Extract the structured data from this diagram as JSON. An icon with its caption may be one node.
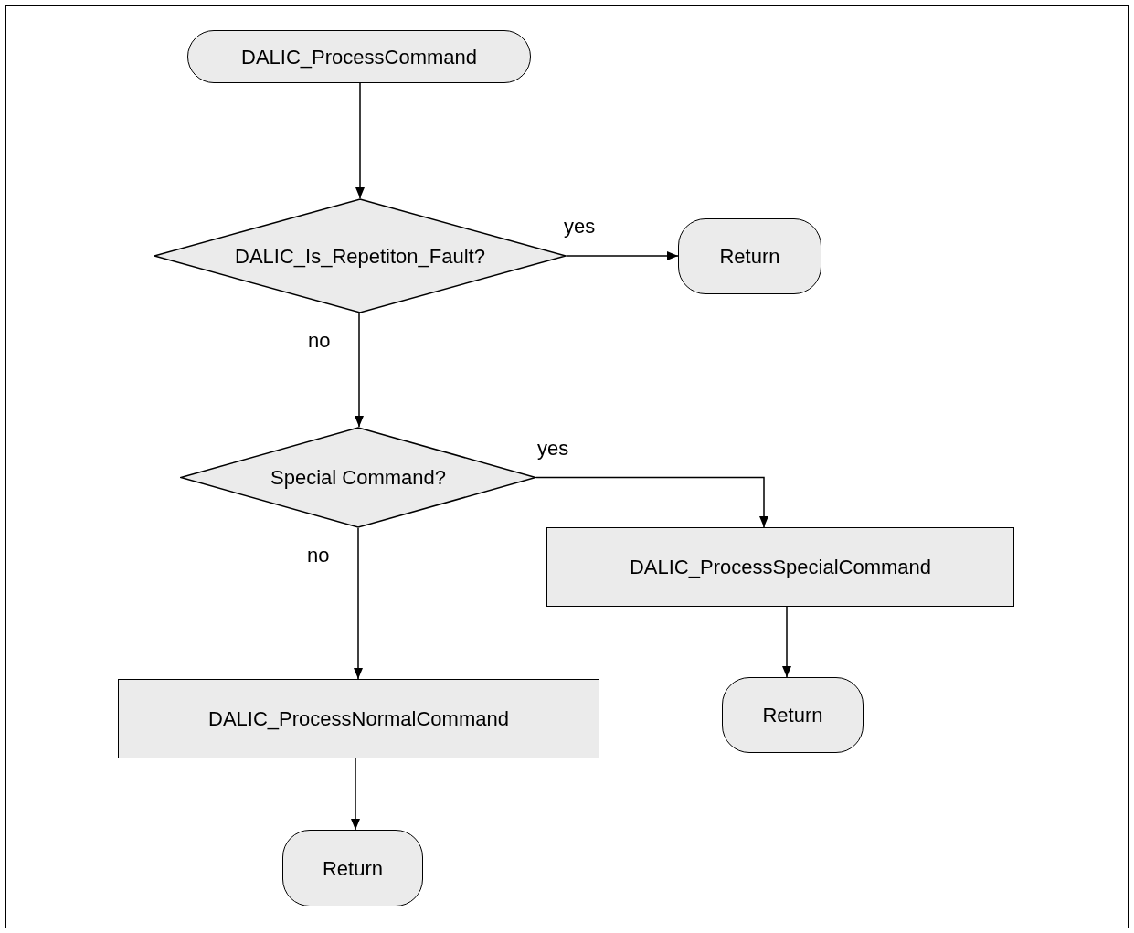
{
  "diagram": {
    "nodes": [
      {
        "text": [
          "DALIC_ProcessCommand"
        ]
      },
      {
        "text": [
          "DALIC_Is_Repetiton_Fault?"
        ]
      },
      {
        "text": [
          "Return"
        ]
      },
      {
        "text": [
          "Special Command?"
        ]
      },
      {
        "text": [
          "DALIC_ProcessSpecialCommand"
        ]
      },
      {
        "text": [
          "DALIC_ProcessNormalCommand"
        ]
      },
      {
        "text": [
          "Return"
        ]
      },
      {
        "text": [
          "Return"
        ]
      }
    ],
    "edges": [
      {
        "from": 0,
        "to": 1,
        "arrow": "to"
      },
      {
        "from": 1,
        "to": 2,
        "arrow": "to",
        "label": "yes"
      },
      {
        "from": 1,
        "to": 3,
        "arrow": "to",
        "label": "no"
      },
      {
        "from": 3,
        "to": 4,
        "arrow": "to",
        "label": "yes"
      },
      {
        "from": 3,
        "to": 5,
        "arrow": "to",
        "label": "no"
      },
      {
        "from": 4,
        "to": 6,
        "arrow": "to"
      },
      {
        "from": 5,
        "to": 7,
        "arrow": "to"
      }
    ]
  }
}
